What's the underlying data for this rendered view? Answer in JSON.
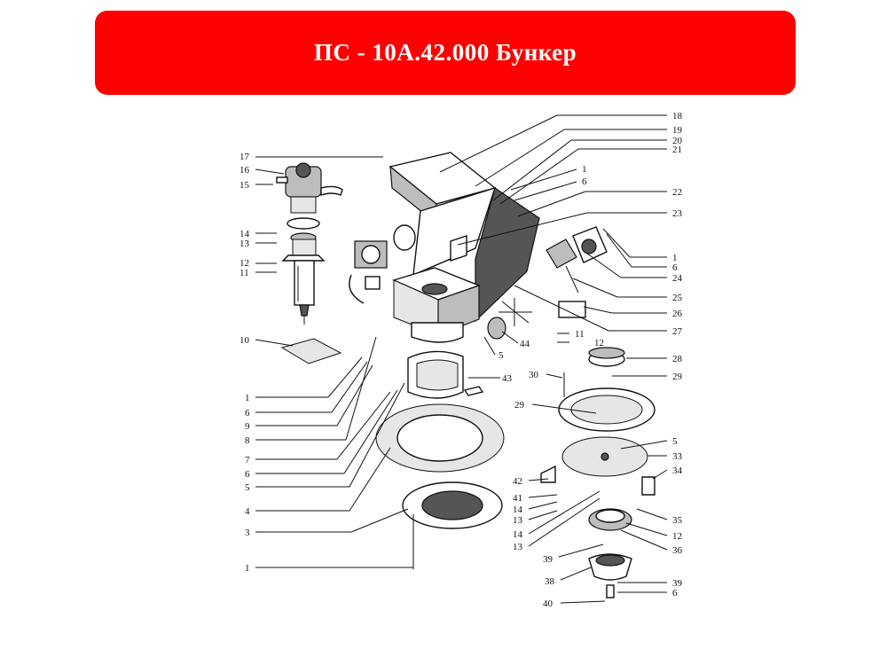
{
  "header": {
    "title": "ПС - 10А.42.000 Бункер",
    "background_color": "#ff0000",
    "text_color": "#ffffff"
  },
  "diagram": {
    "callouts": [
      {
        "id": "c-17",
        "label": "17"
      },
      {
        "id": "c-16",
        "label": "16"
      },
      {
        "id": "c-15",
        "label": "15"
      },
      {
        "id": "c-14a",
        "label": "14"
      },
      {
        "id": "c-13a",
        "label": "13"
      },
      {
        "id": "c-12a",
        "label": "12"
      },
      {
        "id": "c-11a",
        "label": "11"
      },
      {
        "id": "c-10",
        "label": "10"
      },
      {
        "id": "c-1a",
        "label": "1"
      },
      {
        "id": "c-6a",
        "label": "6"
      },
      {
        "id": "c-9",
        "label": "9"
      },
      {
        "id": "c-8",
        "label": "8"
      },
      {
        "id": "c-7",
        "label": "7"
      },
      {
        "id": "c-6b",
        "label": "6"
      },
      {
        "id": "c-5a",
        "label": "5"
      },
      {
        "id": "c-4",
        "label": "4"
      },
      {
        "id": "c-3",
        "label": "3"
      },
      {
        "id": "c-1b",
        "label": "1"
      },
      {
        "id": "c-18",
        "label": "18"
      },
      {
        "id": "c-19",
        "label": "19"
      },
      {
        "id": "c-20",
        "label": "20"
      },
      {
        "id": "c-21",
        "label": "21"
      },
      {
        "id": "c-1c",
        "label": "1"
      },
      {
        "id": "c-6c",
        "label": "6"
      },
      {
        "id": "c-22",
        "label": "22"
      },
      {
        "id": "c-23",
        "label": "23"
      },
      {
        "id": "c-1d",
        "label": "1"
      },
      {
        "id": "c-6d",
        "label": "6"
      },
      {
        "id": "c-24",
        "label": "24"
      },
      {
        "id": "c-25",
        "label": "25"
      },
      {
        "id": "c-26",
        "label": "26"
      },
      {
        "id": "c-27",
        "label": "27"
      },
      {
        "id": "c-44",
        "label": "44"
      },
      {
        "id": "c-5b",
        "label": "5"
      },
      {
        "id": "c-11b",
        "label": "11"
      },
      {
        "id": "c-12b",
        "label": "12"
      },
      {
        "id": "c-28",
        "label": "28"
      },
      {
        "id": "c-43",
        "label": "43"
      },
      {
        "id": "c-30",
        "label": "30"
      },
      {
        "id": "c-29a",
        "label": "29"
      },
      {
        "id": "c-29b",
        "label": "29"
      },
      {
        "id": "c-5c",
        "label": "5"
      },
      {
        "id": "c-33",
        "label": "33"
      },
      {
        "id": "c-34",
        "label": "34"
      },
      {
        "id": "c-42",
        "label": "42"
      },
      {
        "id": "c-41",
        "label": "41"
      },
      {
        "id": "c-14b",
        "label": "14"
      },
      {
        "id": "c-13b",
        "label": "13"
      },
      {
        "id": "c-35",
        "label": "35"
      },
      {
        "id": "c-12c",
        "label": "12"
      },
      {
        "id": "c-14c",
        "label": "14"
      },
      {
        "id": "c-13c",
        "label": "13"
      },
      {
        "id": "c-36",
        "label": "36"
      },
      {
        "id": "c-39a",
        "label": "39"
      },
      {
        "id": "c-38",
        "label": "38"
      },
      {
        "id": "c-39b",
        "label": "39"
      },
      {
        "id": "c-6e",
        "label": "6"
      },
      {
        "id": "c-40",
        "label": "40"
      }
    ]
  }
}
